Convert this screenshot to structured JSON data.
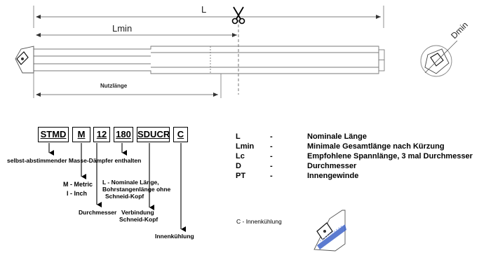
{
  "dimensions": {
    "L": "L",
    "Lmin": "Lmin",
    "Dmin": "Dmin",
    "nutzlaenge": "Nutzlänge"
  },
  "icons": {
    "cut": "scissors-icon"
  },
  "code": {
    "segments": [
      "STMD",
      "M",
      "12",
      "180",
      "SDUCR",
      "C"
    ],
    "descriptions": {
      "stmd": "selbst-abstimmender Masse-Dämpfer enthalten",
      "m_metric": "M - Metric",
      "m_inch": "I - Inch",
      "diameter": "Durchmesser",
      "length_1": "L - Nominale Länge,",
      "length_2": "Bohrstangenlänge ohne",
      "length_3": "Schneid-Kopf",
      "connection_1": "Verbindung",
      "connection_2": "Schneid-Kopf",
      "cooling": "Innenkühlung"
    }
  },
  "legend": [
    {
      "symbol": "L",
      "sep": "-",
      "text": "Nominale Länge"
    },
    {
      "symbol": "Lmin",
      "sep": "-",
      "text": "Minimale Gesamtlänge nach Kürzung"
    },
    {
      "symbol": "Lc",
      "sep": "-",
      "text": "Empfohlene Spannlänge, 3 mal Durchmesser"
    },
    {
      "symbol": "D",
      "sep": "-",
      "text": "Durchmesser"
    },
    {
      "symbol": "PT",
      "sep": "-",
      "text": "Innengewinde"
    }
  ],
  "coolant_note": "C - Innenkühlung",
  "colors": {
    "line": "#6e6e6e",
    "coolant": "#3f64c8"
  }
}
